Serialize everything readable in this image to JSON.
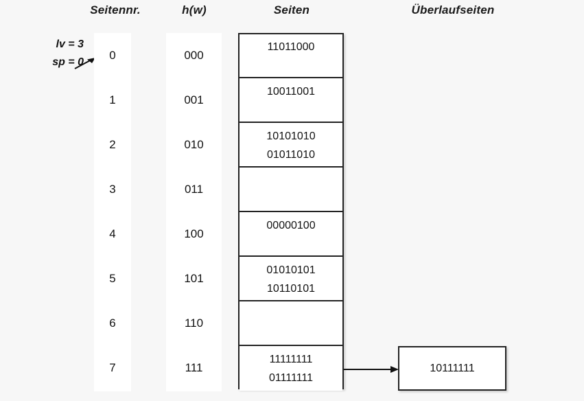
{
  "diagram": {
    "title": "Extendible hashing directory and pages",
    "background_color": "#f7f7f7",
    "line_color": "#222222"
  },
  "headers": {
    "page_number": "Seitennr.",
    "hash": "h(w)",
    "pages": "Seiten",
    "overflow_pages": "Überlaufseiten"
  },
  "annotation": {
    "local_depth": "lv = 3",
    "split_pointer": "sp = 0",
    "arrow_icon": "arrow-right-up-icon",
    "points_to_row": "0"
  },
  "rows": [
    {
      "number": "0",
      "hash": "000",
      "entries": [
        "11011000"
      ]
    },
    {
      "number": "1",
      "hash": "001",
      "entries": [
        "10011001"
      ]
    },
    {
      "number": "2",
      "hash": "010",
      "entries": [
        "10101010",
        "01011010"
      ]
    },
    {
      "number": "3",
      "hash": "011",
      "entries": []
    },
    {
      "number": "4",
      "hash": "100",
      "entries": [
        "00000100"
      ]
    },
    {
      "number": "5",
      "hash": "101",
      "entries": [
        "01010101",
        "10110101"
      ]
    },
    {
      "number": "6",
      "hash": "110",
      "entries": []
    },
    {
      "number": "7",
      "hash": "111",
      "entries": [
        "11111111",
        "01111111"
      ]
    }
  ],
  "overflow": {
    "from_row": "7",
    "arrow_icon": "arrow-right-icon",
    "entries": [
      "10111111"
    ]
  }
}
